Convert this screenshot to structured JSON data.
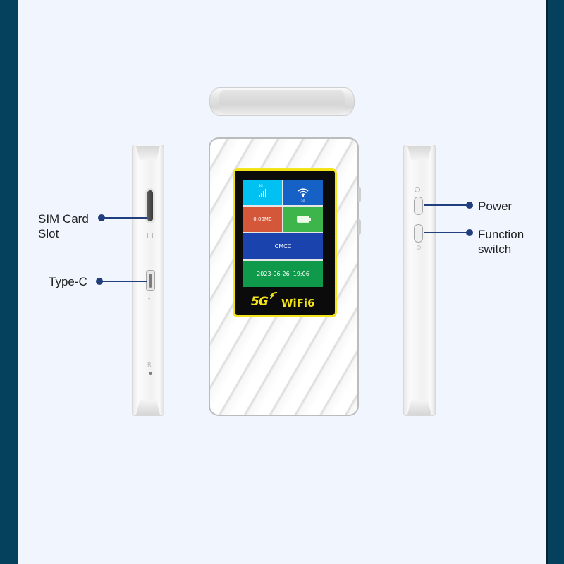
{
  "colors": {
    "frame": "#05405c",
    "background": "#f0f5fe",
    "callout": "#213f7d",
    "bezel_border": "#f3e31a",
    "tile_signal": "#01c1f2",
    "tile_wifi": "#1561c6",
    "tile_data": "#d5573a",
    "tile_battery": "#3db54a",
    "tile_operator": "#1a43ad",
    "tile_datetime": "#0f9a4b"
  },
  "device": {
    "screen": {
      "signal_label": "5G",
      "signal_icon": "signal-bars-icon",
      "wifi_label": "5G",
      "wifi_icon": "wifi-icon",
      "data_usage": "0.00MB",
      "battery_icon": "battery-full-icon",
      "operator": "CMCC",
      "datetime": "2023-06-26  19:06"
    },
    "logo": {
      "brand_5g": "5G",
      "brand_wifi": "WiFi6"
    }
  },
  "callouts": {
    "sim_card_slot": [
      "SIM Card",
      "Slot"
    ],
    "type_c": "Type-C",
    "power": "Power",
    "function_switch": [
      "Function",
      "switch"
    ]
  }
}
